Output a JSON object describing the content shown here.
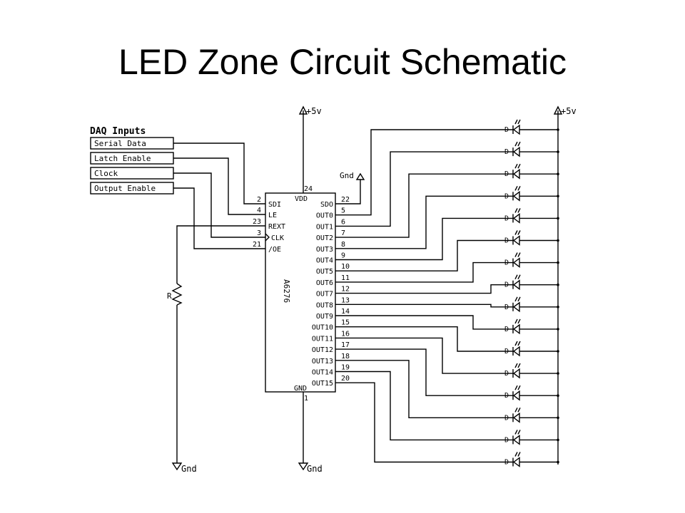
{
  "title": "LED Zone Circuit Schematic",
  "daq": {
    "heading": "DAQ Inputs",
    "inputs": [
      "Serial Data",
      "Latch Enable",
      "Clock",
      "Output Enable"
    ]
  },
  "ic": {
    "name": "A6276",
    "vdd_label": "VDD",
    "vdd_pin": "24",
    "gnd_label": "GND",
    "gnd_pin": "1",
    "left_pins": [
      {
        "num": "2",
        "name": "SDI"
      },
      {
        "num": "4",
        "name": "LE"
      },
      {
        "num": "23",
        "name": "REXT"
      },
      {
        "num": "3",
        "name": "CLK"
      },
      {
        "num": "21",
        "name": "/OE"
      }
    ],
    "right_pins": [
      {
        "num": "22",
        "name": "SDO"
      },
      {
        "num": "5",
        "name": "OUT0"
      },
      {
        "num": "6",
        "name": "OUT1"
      },
      {
        "num": "7",
        "name": "OUT2"
      },
      {
        "num": "8",
        "name": "OUT3"
      },
      {
        "num": "9",
        "name": "OUT4"
      },
      {
        "num": "10",
        "name": "OUT5"
      },
      {
        "num": "11",
        "name": "OUT6"
      },
      {
        "num": "12",
        "name": "OUT7"
      },
      {
        "num": "13",
        "name": "OUT8"
      },
      {
        "num": "14",
        "name": "OUT9"
      },
      {
        "num": "15",
        "name": "OUT10"
      },
      {
        "num": "16",
        "name": "OUT11"
      },
      {
        "num": "17",
        "name": "OUT12"
      },
      {
        "num": "18",
        "name": "OUT13"
      },
      {
        "num": "19",
        "name": "OUT14"
      },
      {
        "num": "20",
        "name": "OUT15"
      }
    ]
  },
  "power": {
    "vplus_ic": "+5v",
    "vplus_led": "+5v",
    "gnd_sdo": "Gnd",
    "gnd_resistor": "Gnd",
    "gnd_ic": "Gnd"
  },
  "resistor_label": "R",
  "diode_label": "D"
}
